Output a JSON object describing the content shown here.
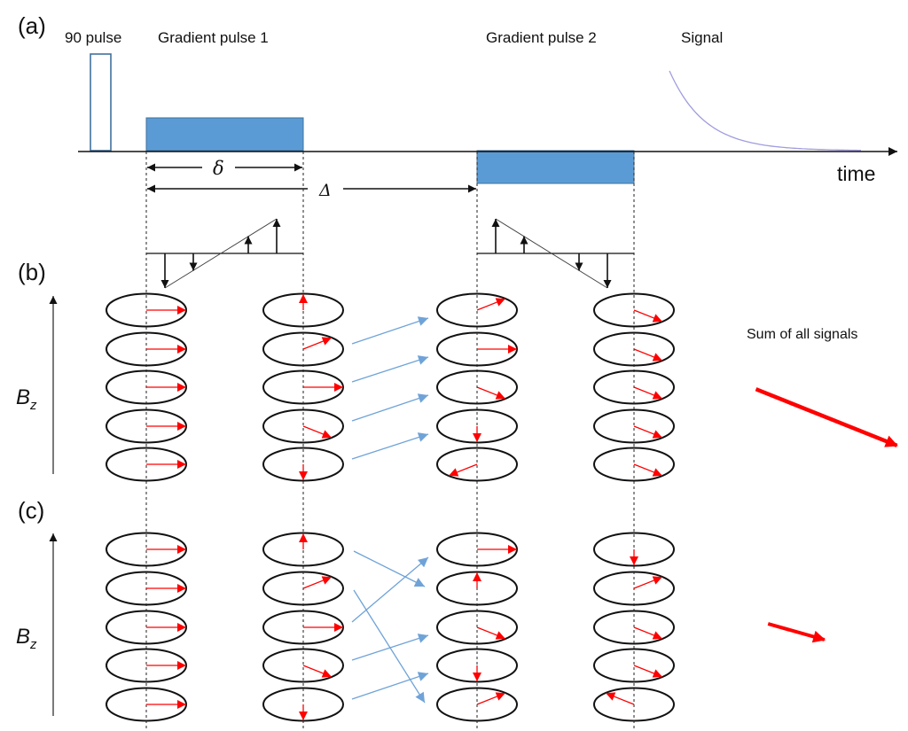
{
  "panels": {
    "a": "(a)",
    "b": "(b)",
    "c": "(c)"
  },
  "sequence": {
    "rf_pulse_label": "90 pulse",
    "gradient1_label": "Gradient pulse 1",
    "gradient2_label": "Gradient pulse 2",
    "signal_label": "Signal",
    "time_axis_label": "time",
    "gradient_duration_symbol": "δ",
    "diffusion_time_symbol": "Δ"
  },
  "field_axis": {
    "symbol": "B",
    "subscript": "z"
  },
  "sum_label": "Sum of all signals",
  "gradient_profiles": {
    "gradient1_relative_field": [
      -1,
      -0.5,
      0.5,
      1
    ],
    "gradient2_relative_field": [
      1,
      0.5,
      -0.5,
      -1
    ]
  },
  "panel_b": {
    "description": "no net mixing: spins shift by one slice",
    "phases_deg_by_column": [
      [
        0,
        0,
        0,
        0,
        0
      ],
      [
        90,
        45,
        0,
        -45,
        -90
      ],
      [
        45,
        0,
        -45,
        -90,
        -135
      ],
      [
        -45,
        -45,
        -45,
        -45,
        -45
      ]
    ],
    "diffusion": [
      {
        "from": 1,
        "to": 0
      },
      {
        "from": 2,
        "to": 1
      },
      {
        "from": 3,
        "to": 2
      },
      {
        "from": 4,
        "to": 3
      }
    ],
    "net_signal_relative": 1.0
  },
  "panel_c": {
    "description": "random diffusion: spins shuffled between slices",
    "phases_deg_by_column": [
      [
        0,
        0,
        0,
        0,
        0
      ],
      [
        90,
        45,
        0,
        -45,
        -90
      ],
      [
        0,
        90,
        -45,
        -90,
        45
      ],
      [
        -90,
        45,
        -45,
        -45,
        135
      ]
    ],
    "diffusion": [
      {
        "from": 0,
        "to": 1
      },
      {
        "from": 1,
        "to": 4
      },
      {
        "from": 2,
        "to": 0
      },
      {
        "from": 3,
        "to": 2
      },
      {
        "from": 4,
        "to": 3
      }
    ],
    "net_signal_relative": 0.35
  },
  "colors": {
    "pulse_fill": "#5B9BD5",
    "pulse_stroke": "#41719C",
    "spin_vector": "#FF0000",
    "diffusion_arrow": "#6FA3D8",
    "signal_curve": "#A09CE0",
    "ink": "#111111"
  }
}
